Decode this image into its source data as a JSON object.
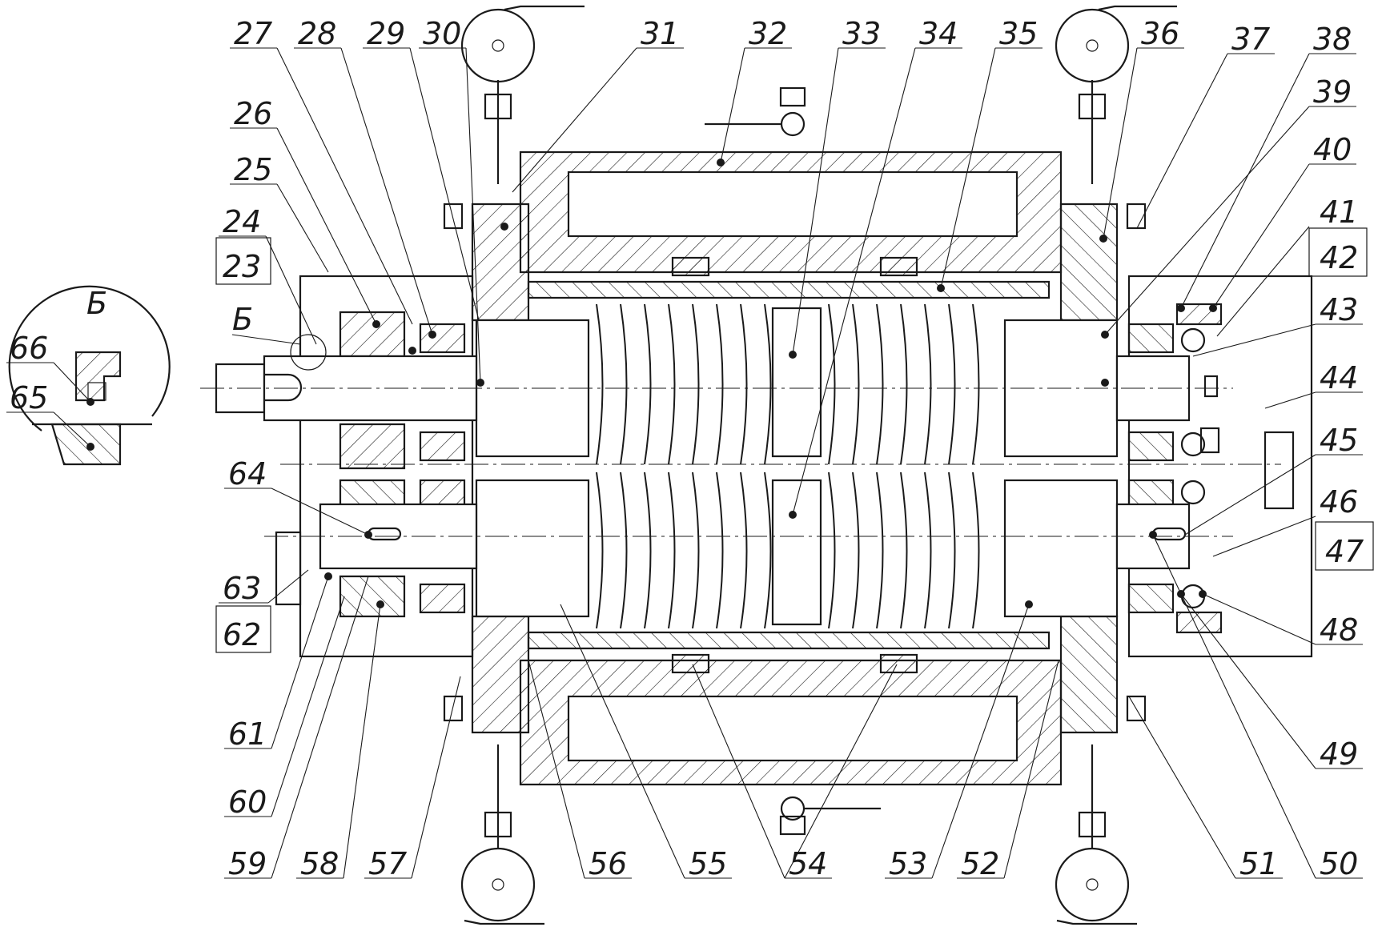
{
  "detail": {
    "view_letter": "Б",
    "callout_letter": "Б"
  },
  "labels": {
    "top": [
      "27",
      "28",
      "29",
      "30",
      "31",
      "32",
      "33",
      "34",
      "35",
      "36",
      "37",
      "38"
    ],
    "right": [
      "39",
      "40",
      "41",
      "42",
      "43",
      "44",
      "45",
      "46",
      "47",
      "48",
      "49",
      "50"
    ],
    "bottom": [
      "51",
      "52",
      "53",
      "54",
      "55",
      "56",
      "57",
      "58",
      "59",
      "60",
      "61"
    ],
    "left": [
      "26",
      "25",
      "24",
      "23",
      "62",
      "63",
      "64"
    ],
    "detail": [
      "66",
      "65"
    ]
  }
}
